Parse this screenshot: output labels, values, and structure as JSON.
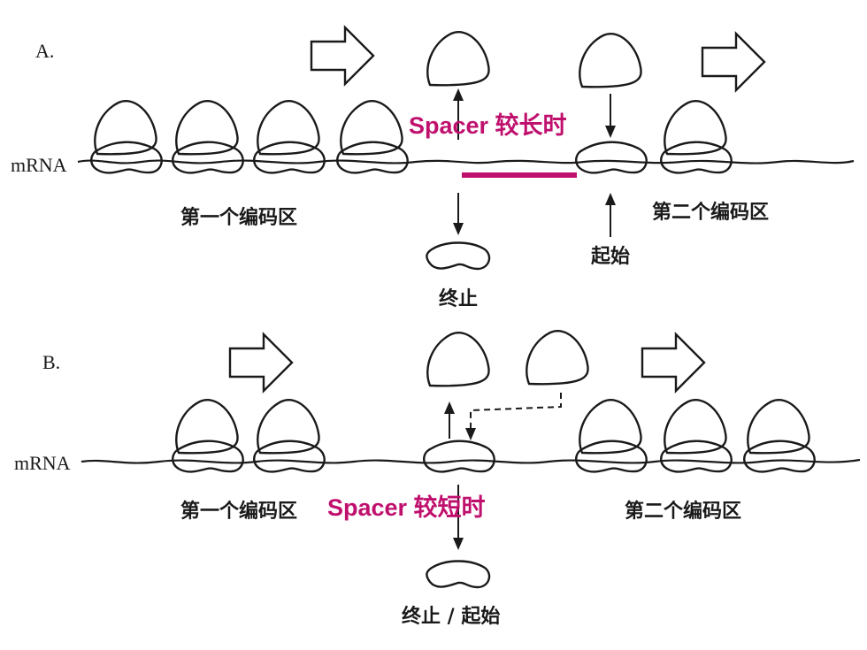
{
  "accent_color": "#c0106e",
  "ink_color": "#1a1a1a",
  "panel_a": {
    "letter": "A.",
    "mrna_label": "mRNA",
    "spacer_label": "Spacer 较长时",
    "first_region": "第一个编码区",
    "second_region": "第二个编码区",
    "stop_label": "终止",
    "start_label": "起始"
  },
  "panel_b": {
    "letter": "B.",
    "mrna_label": "mRNA",
    "spacer_label": "Spacer 较短时",
    "first_region": "第一个编码区",
    "second_region": "第二个编码区",
    "stop_start_label": "终止 / 起始"
  }
}
